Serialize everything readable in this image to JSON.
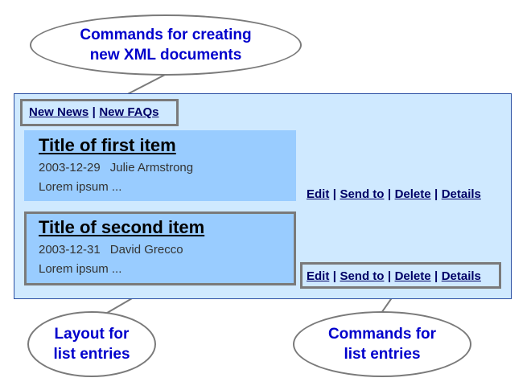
{
  "callouts": {
    "create_commands": {
      "line1": "Commands for creating",
      "line2": "new XML documents"
    },
    "layout": {
      "line1": "Layout for",
      "line2": "list entries"
    },
    "list_commands": {
      "line1": "Commands for",
      "line2": "list entries"
    }
  },
  "toolbar": {
    "new_news": "New News",
    "separator": "|",
    "new_faqs": "New FAQs"
  },
  "items": [
    {
      "title": "Title of first item",
      "date": "2003-12-29",
      "author": "Julie Armstrong",
      "body": "Lorem ipsum ..."
    },
    {
      "title": "Title of second item",
      "date": "2003-12-31",
      "author": "David Grecco",
      "body": "Lorem ipsum ..."
    }
  ],
  "entry_commands": {
    "edit": "Edit",
    "send_to": "Send to",
    "delete": "Delete",
    "details": "Details",
    "separator": "|"
  },
  "colors": {
    "panel_bg": "#cfe9ff",
    "item_bg": "#99ccff",
    "callout_text": "#0000cc",
    "highlight_border": "#7a7a7a"
  }
}
